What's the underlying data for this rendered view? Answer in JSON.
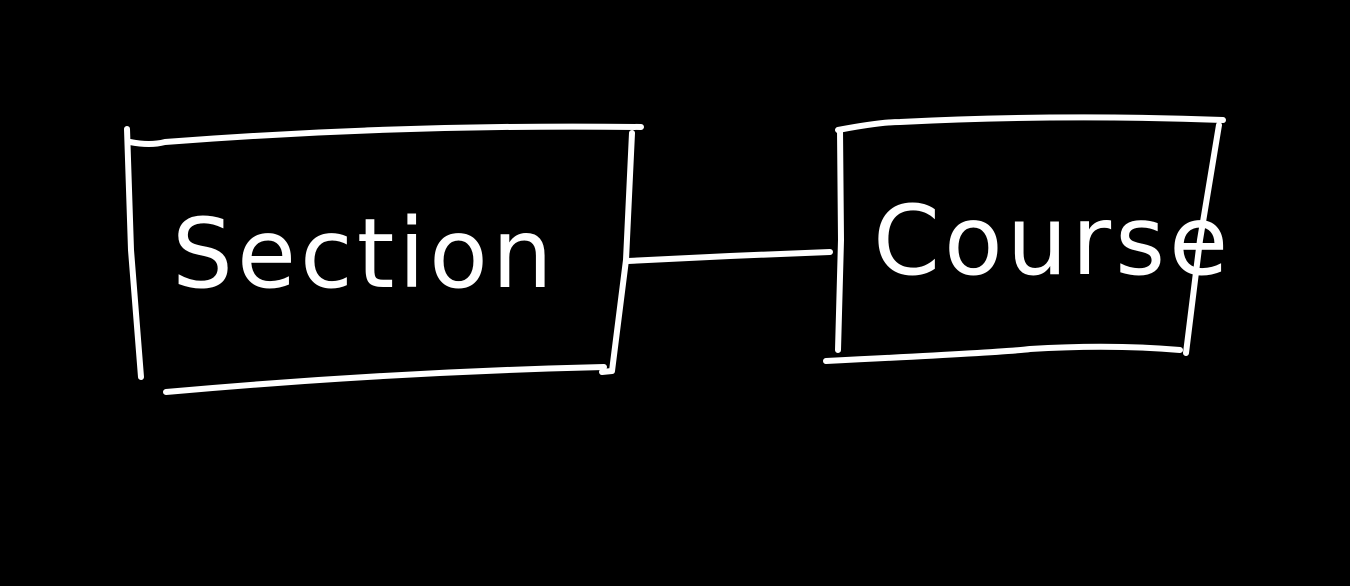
{
  "diagram": {
    "type": "entity-relationship",
    "stroke_color": "#ffffff",
    "background_color": "#000000",
    "entities": [
      {
        "id": "section",
        "label": "Section"
      },
      {
        "id": "course",
        "label": "Course"
      }
    ],
    "relationships": [
      {
        "from": "section",
        "to": "course"
      }
    ]
  }
}
